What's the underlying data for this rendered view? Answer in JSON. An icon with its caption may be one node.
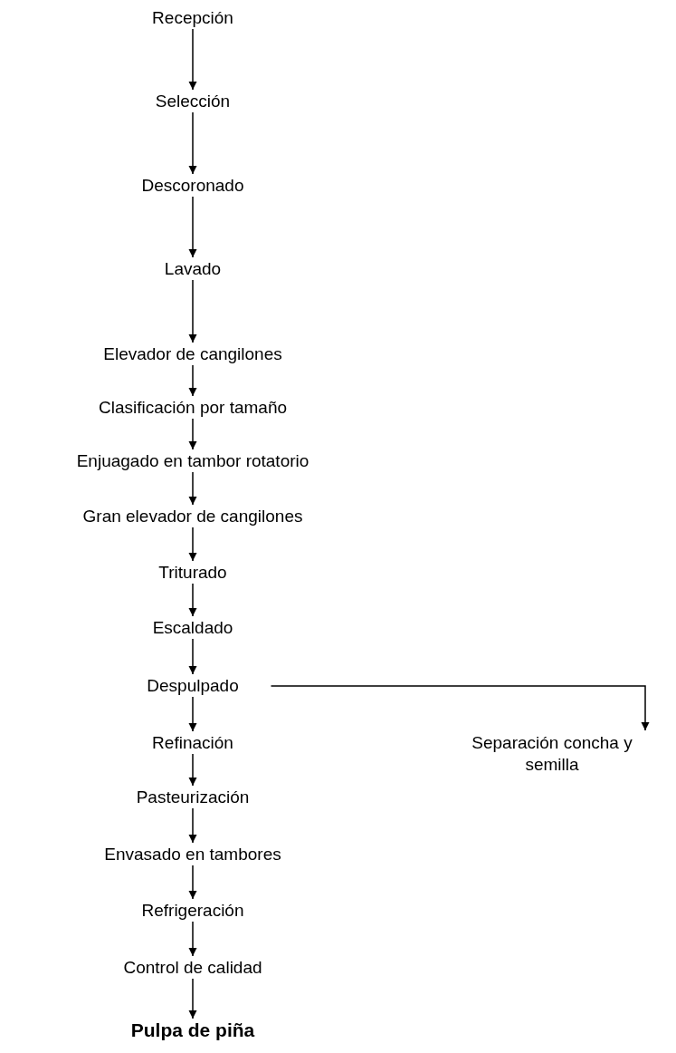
{
  "diagram": {
    "nodes": [
      {
        "text": [
          "Recepción"
        ]
      },
      {
        "text": [
          "Selección"
        ]
      },
      {
        "text": [
          "Descoronado"
        ]
      },
      {
        "text": [
          "Lavado"
        ]
      },
      {
        "text": [
          "Elevador de cangilones"
        ]
      },
      {
        "text": [
          "Clasificación por tamaño"
        ]
      },
      {
        "text": [
          "Enjuagado en tambor rotatorio"
        ]
      },
      {
        "text": [
          "Gran elevador de cangilones"
        ]
      },
      {
        "text": [
          "Triturado"
        ]
      },
      {
        "text": [
          "Escaldado"
        ]
      },
      {
        "text": [
          "Despulpado"
        ]
      },
      {
        "text": [
          "Separación concha y semilla"
        ]
      },
      {
        "text": [
          "Refinación"
        ]
      },
      {
        "text": [
          "Pasteurización"
        ]
      },
      {
        "text": [
          "Envasado en tambores"
        ]
      },
      {
        "text": [
          "Refrigeración"
        ]
      },
      {
        "text": [
          "Control de calidad"
        ]
      },
      {
        "text": [
          "Pulpa de piña"
        ]
      }
    ],
    "edges": [
      {
        "from": 0,
        "to": 1,
        "arrow": "to"
      },
      {
        "from": 1,
        "to": 2,
        "arrow": "to"
      },
      {
        "from": 2,
        "to": 3,
        "arrow": "to"
      },
      {
        "from": 3,
        "to": 4,
        "arrow": "to"
      },
      {
        "from": 4,
        "to": 5,
        "arrow": "to"
      },
      {
        "from": 5,
        "to": 6,
        "arrow": "to"
      },
      {
        "from": 6,
        "to": 7,
        "arrow": "to"
      },
      {
        "from": 7,
        "to": 8,
        "arrow": "to"
      },
      {
        "from": 8,
        "to": 9,
        "arrow": "to"
      },
      {
        "from": 9,
        "to": 10,
        "arrow": "to"
      },
      {
        "from": 10,
        "to": 11,
        "arrow": "to"
      },
      {
        "from": 10,
        "to": 12,
        "arrow": "to"
      },
      {
        "from": 12,
        "to": 13,
        "arrow": "to"
      },
      {
        "from": 13,
        "to": 14,
        "arrow": "to"
      },
      {
        "from": 14,
        "to": 15,
        "arrow": "to"
      },
      {
        "from": 15,
        "to": 16,
        "arrow": "to"
      },
      {
        "from": 16,
        "to": 17,
        "arrow": "to"
      }
    ]
  }
}
